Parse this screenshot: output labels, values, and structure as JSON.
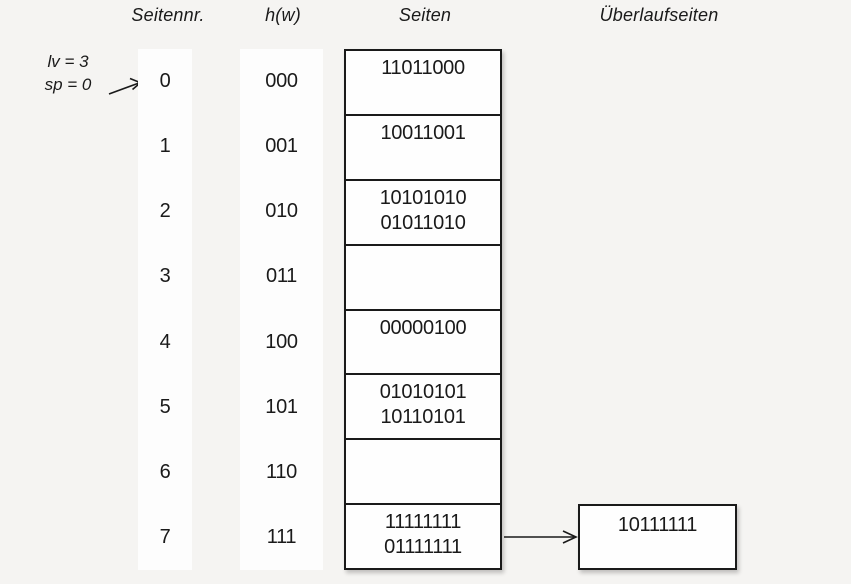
{
  "colors": {
    "background": "#f5f4f2",
    "paper": "#fefefe",
    "ink": "#1a1a1a"
  },
  "headers": {
    "seitennr": "Seitennr.",
    "hw": "h(w)",
    "seiten": "Seiten",
    "ueberlaufseiten": "Überlaufseiten"
  },
  "annotation": {
    "line1": "lv = 3",
    "line2": "sp = 0"
  },
  "rows": [
    {
      "page": "0",
      "hash": "000",
      "values": [
        "11011000"
      ]
    },
    {
      "page": "1",
      "hash": "001",
      "values": [
        "10011001"
      ]
    },
    {
      "page": "2",
      "hash": "010",
      "values": [
        "10101010",
        "01011010"
      ]
    },
    {
      "page": "3",
      "hash": "011",
      "values": []
    },
    {
      "page": "4",
      "hash": "100",
      "values": [
        "00000100"
      ]
    },
    {
      "page": "5",
      "hash": "101",
      "values": [
        "01010101",
        "10110101"
      ]
    },
    {
      "page": "6",
      "hash": "110",
      "values": []
    },
    {
      "page": "7",
      "hash": "111",
      "values": [
        "11111111",
        "01111111"
      ]
    }
  ],
  "overflow": {
    "attached_to_page": "7",
    "values": [
      "10111111"
    ]
  }
}
